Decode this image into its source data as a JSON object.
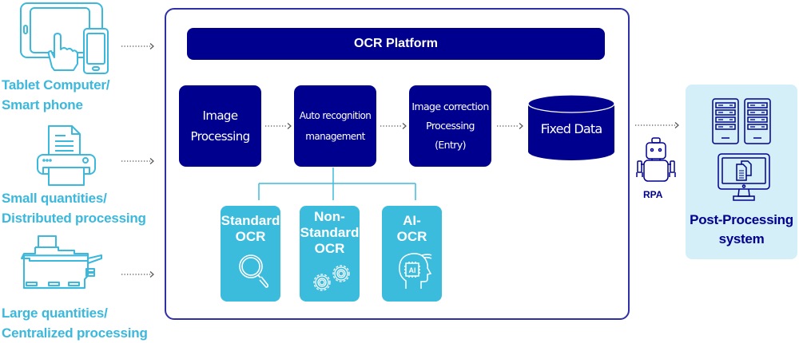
{
  "sources": [
    {
      "icon": "tablet-smartphone-icon",
      "label_line1": "Tablet Computer/",
      "label_line2": "Smart phone"
    },
    {
      "icon": "printer-icon",
      "label_line1": "Small quantities/",
      "label_line2": "Distributed processing"
    },
    {
      "icon": "multifunction-copier-icon",
      "label_line1": "Large quantities/",
      "label_line2": "Centralized processing"
    }
  ],
  "platform": {
    "title": "OCR Platform",
    "steps": [
      {
        "lines": [
          "Image",
          "Processing"
        ]
      },
      {
        "lines": [
          "Auto recognition",
          "management"
        ]
      },
      {
        "lines": [
          "Image correction",
          "Processing",
          "(Entry)"
        ]
      }
    ],
    "datastore": {
      "label": "Fixed Data"
    },
    "ocr_types": [
      {
        "lines": [
          "Standard",
          "OCR"
        ],
        "icon": "magnifier-icon"
      },
      {
        "lines": [
          "Non-",
          "Standard",
          "OCR"
        ],
        "icon": "gears-icon"
      },
      {
        "lines": [
          "AI-",
          "OCR"
        ],
        "icon": "ai-head-icon"
      }
    ]
  },
  "rpa": {
    "label": "RPA",
    "icon": "robot-icon"
  },
  "post_processing": {
    "label_line1": "Post-Processing",
    "label_line2": "system"
  },
  "colors": {
    "navy": "#00008f",
    "cyan": "#3cbcdd",
    "light_cyan": "#d4eff8",
    "frame": "#2f2fa6",
    "arrow": "#555555"
  }
}
